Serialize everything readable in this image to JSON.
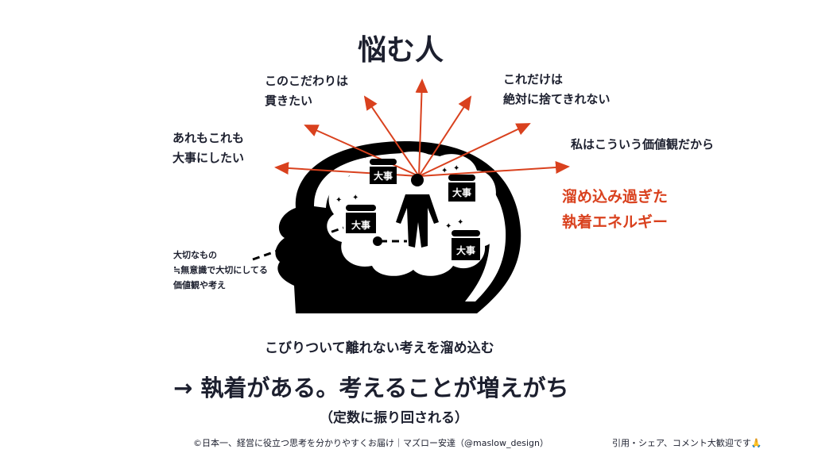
{
  "title": "悩む人",
  "labels": {
    "left_top": [
      "あれもこれも",
      "大事にしたい"
    ],
    "center_top": [
      "このこだわりは",
      "貫きたい"
    ],
    "right_top": [
      "これだけは",
      "絶対に捨てきれない"
    ],
    "right_mid": "私はこういう価値観だから",
    "red": [
      "溜め込み過ぎた",
      "執着エネルギー"
    ],
    "left_small": [
      "大切なもの",
      "≒無意識で大切にしてる",
      "価値観や考え"
    ]
  },
  "box_label": "大事",
  "colors": {
    "accent": "#d9411e",
    "text": "#1c1f2e"
  },
  "bottom": {
    "sub": "こびりついて離れない考えを溜め込む",
    "main": "→ 執着がある。考えることが増えがち",
    "paren": "（定数に振り回される）"
  },
  "footer": {
    "left": "©日本一、経営に役立つ思考を分かりやすくお届け｜マズロー安達（@maslow_design）",
    "right": "引用・シェア、コメント大歓迎です🙏"
  }
}
